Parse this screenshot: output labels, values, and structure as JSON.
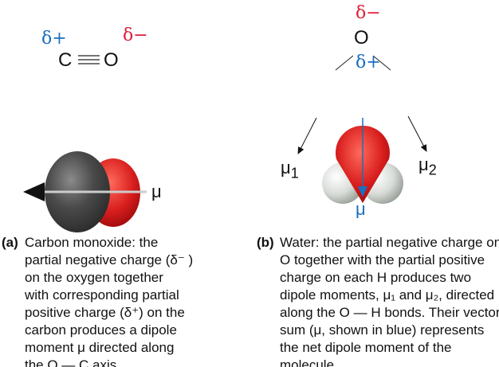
{
  "colors": {
    "positive": "#1a6fbf",
    "negative": "#e0203a",
    "carbon": "#4a4a4a",
    "oxygen": "#d81e1e",
    "hydrogen": "#d8dcd8"
  },
  "co": {
    "delta_plus": "δ+",
    "delta_minus": "δ−",
    "c": "C",
    "o": "O",
    "mu": "μ"
  },
  "water": {
    "delta_minus": "δ−",
    "delta_plus": "δ+",
    "o": "O",
    "mu": "μ",
    "mu1": "μ",
    "mu1_sub": "1",
    "mu2": "μ",
    "mu2_sub": "2"
  },
  "caption_a": {
    "label": "(a)",
    "lines": [
      "Carbon monoxide: the",
      "partial negative charge (δ⁻ )",
      "on the oxygen together",
      "with corresponding partial",
      "positive charge (δ⁺) on the",
      "carbon produces a dipole",
      "moment μ directed along",
      "the O — C axis."
    ]
  },
  "caption_b": {
    "label": "(b)",
    "lines": [
      "Water: the partial negative charge on",
      "O together with the partial positive",
      "charge on each H produces two",
      "dipole moments, μ₁ and μ₂, directed",
      "along the O — H bonds. Their vector",
      "sum (μ, shown in blue) represents",
      "the net dipole moment of the",
      "molecule."
    ]
  }
}
